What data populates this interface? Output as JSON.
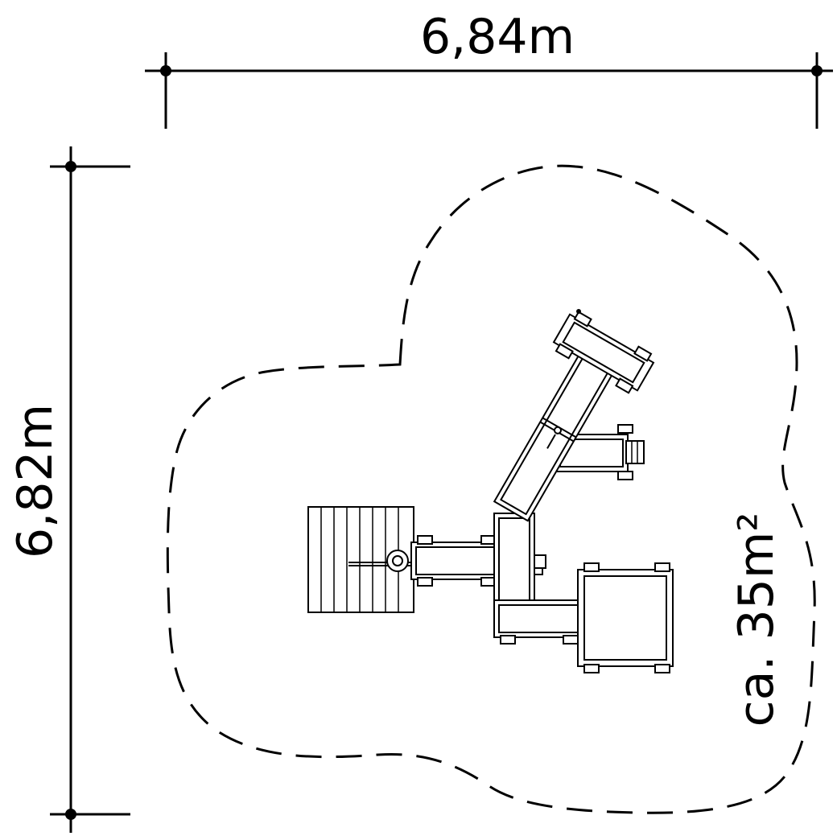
{
  "dimensions": {
    "width_label": "6,84m",
    "height_label": "6,82m",
    "area_label": "ca. 35m²"
  },
  "colors": {
    "line": "#000000",
    "background": "#ffffff"
  }
}
